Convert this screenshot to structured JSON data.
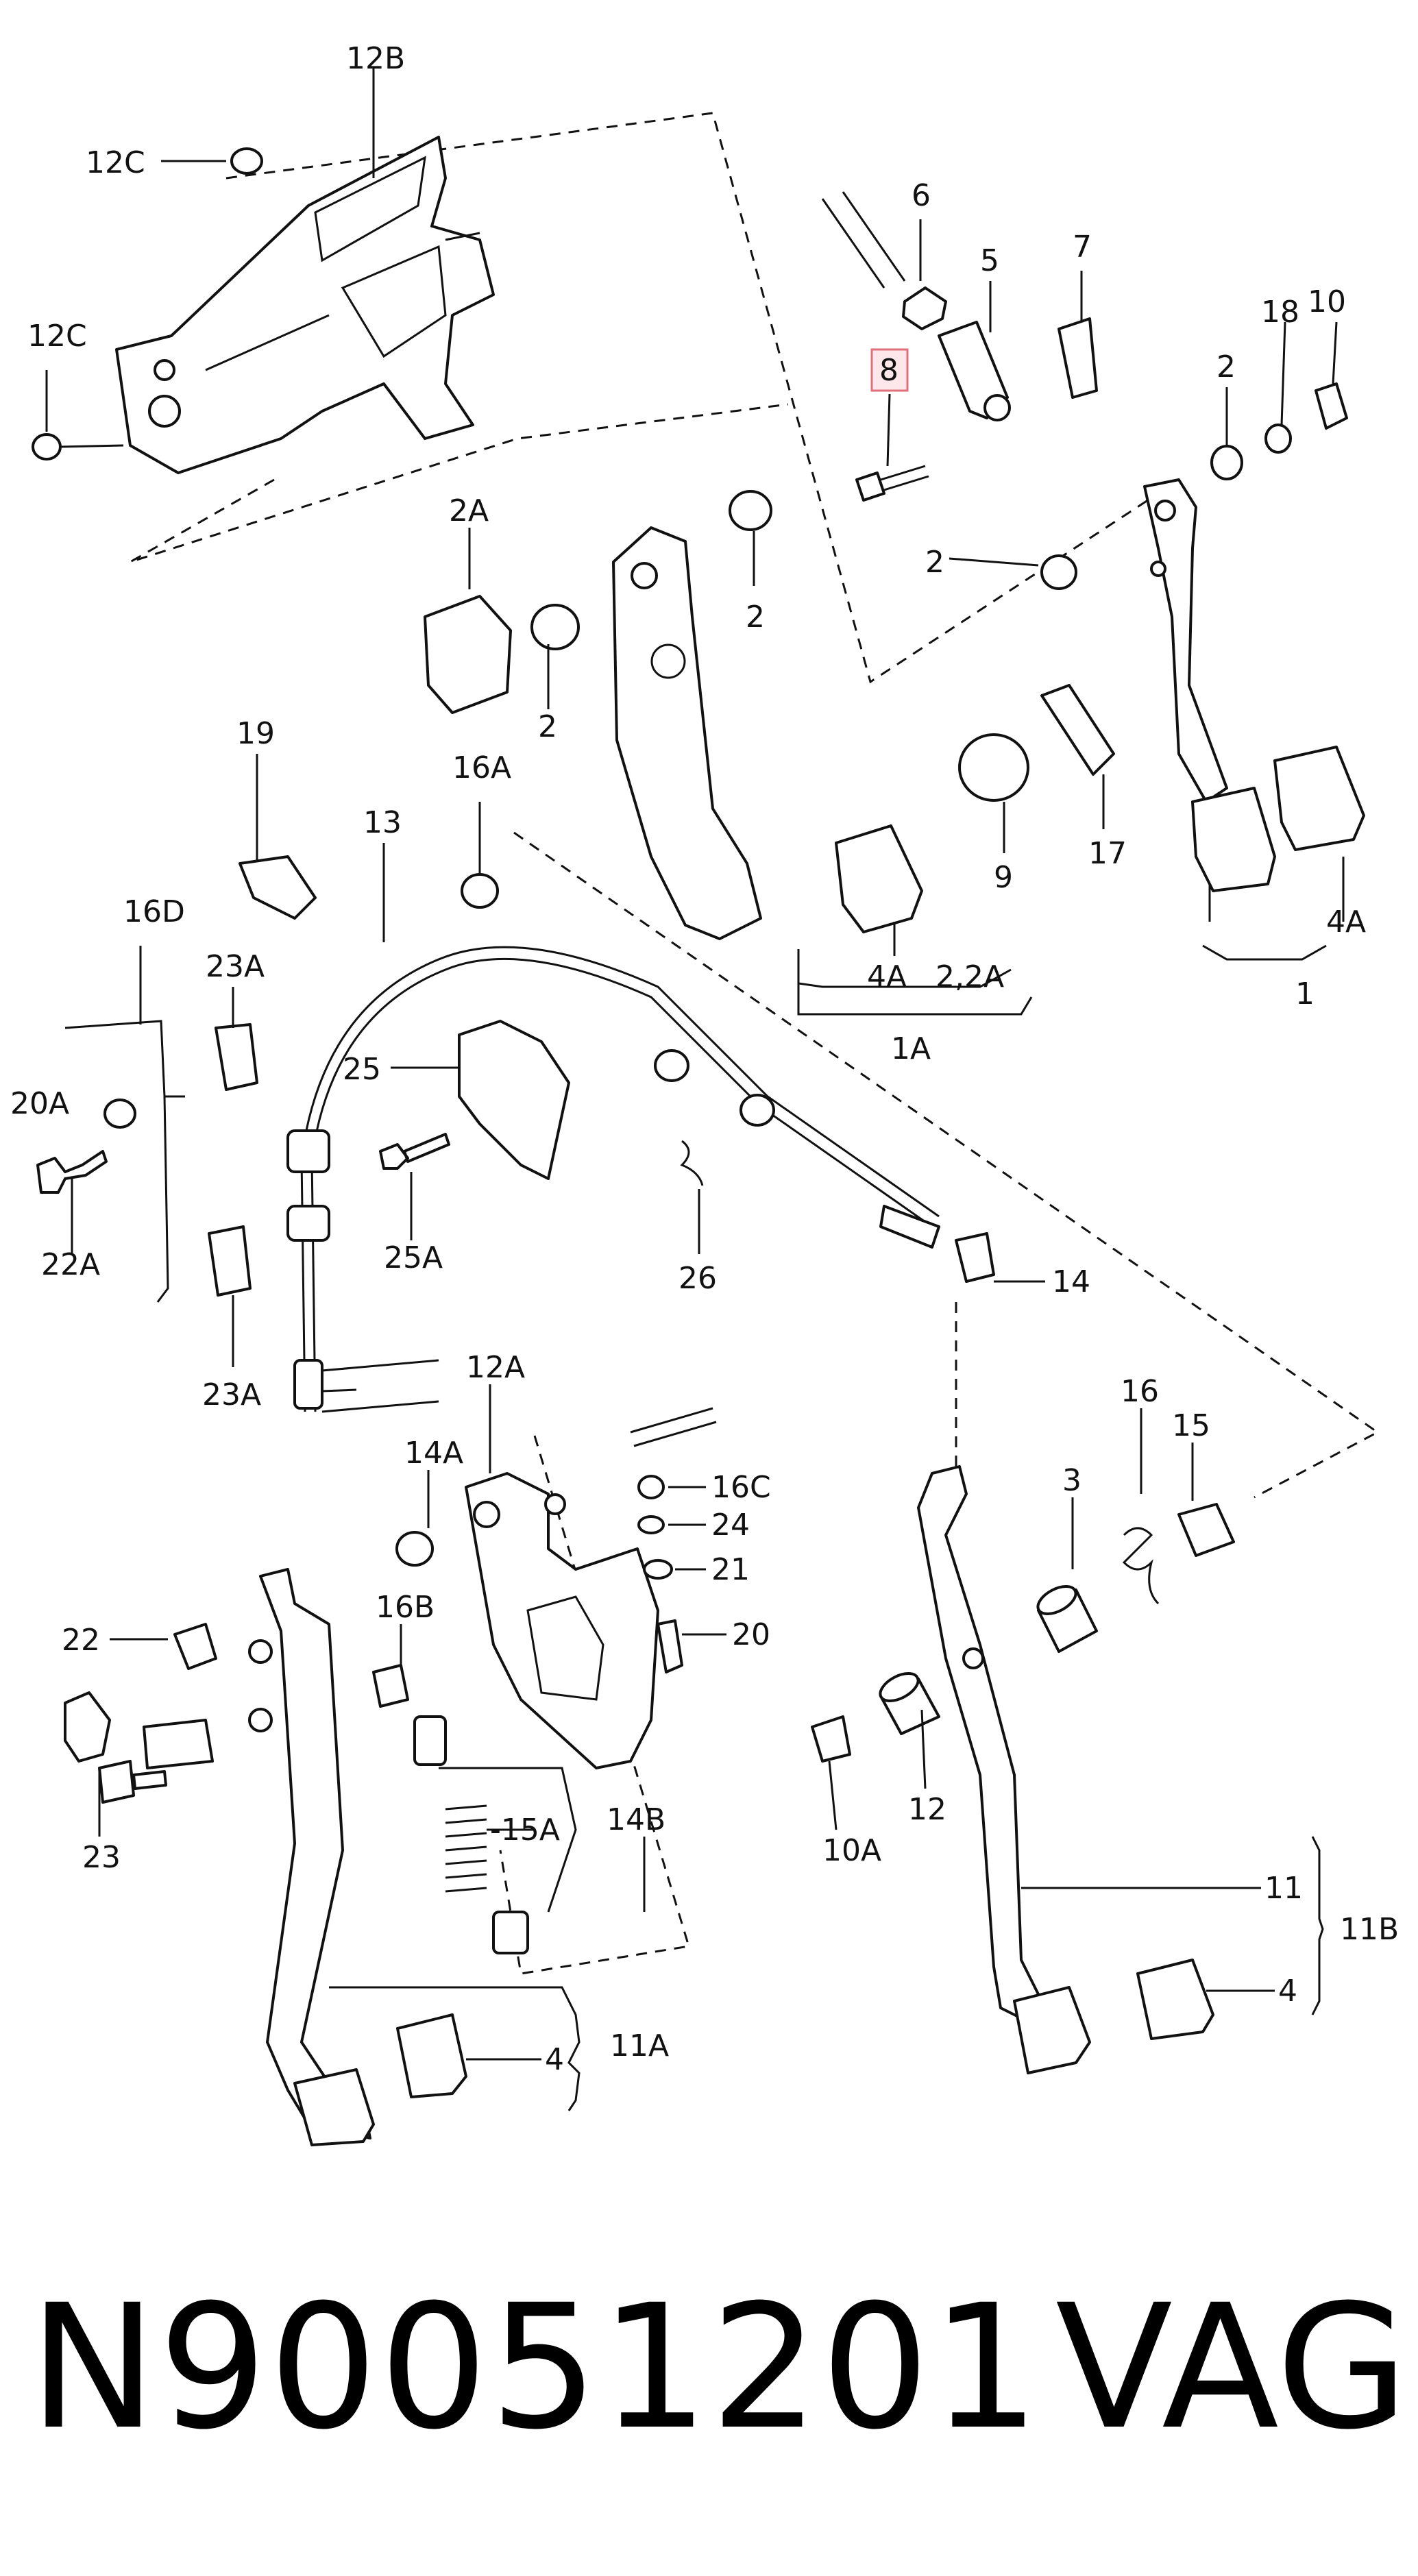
{
  "diagram": {
    "callouts": {
      "c12B": "12B",
      "c12C_top": "12C",
      "c12C_left": "12C",
      "c6": "6",
      "c5": "5",
      "c7": "7",
      "c8": "8",
      "c18": "18",
      "c10": "10",
      "c2_right": "2",
      "c2_mid": "2",
      "c2A": "2A",
      "c2_a": "2",
      "c2_b": "2",
      "c9": "9",
      "c17": "17",
      "c4A_mid": "4A",
      "c22A_mid": "2,2A",
      "c1A": "1A",
      "c4A_right": "4A",
      "c1": "1",
      "c19": "19",
      "c13": "13",
      "c16A": "16A",
      "c16D": "16D",
      "c23A_top": "23A",
      "c25": "25",
      "c20A": "20A",
      "c22A": "22A",
      "c25A": "25A",
      "c26": "26",
      "c14": "14",
      "c23A_bot": "23A",
      "c12A": "12A",
      "c16": "16",
      "c15": "15",
      "c14A": "14A",
      "c16C": "16C",
      "c3": "3",
      "c24": "24",
      "c21": "21",
      "c22": "22",
      "c16B": "16B",
      "c20": "20",
      "c23": "23",
      "c15A": "-15A",
      "c14B": "14B",
      "c12": "12",
      "c10A": "10A",
      "c11": "11",
      "c11B": "11B",
      "c4_right": "4",
      "c4_left": "4",
      "c11A": "11A"
    },
    "highlighted_callout": "8",
    "highlight_color": "#e0707c"
  },
  "footer": {
    "part_number": "N90051201",
    "brand": "VAG"
  }
}
